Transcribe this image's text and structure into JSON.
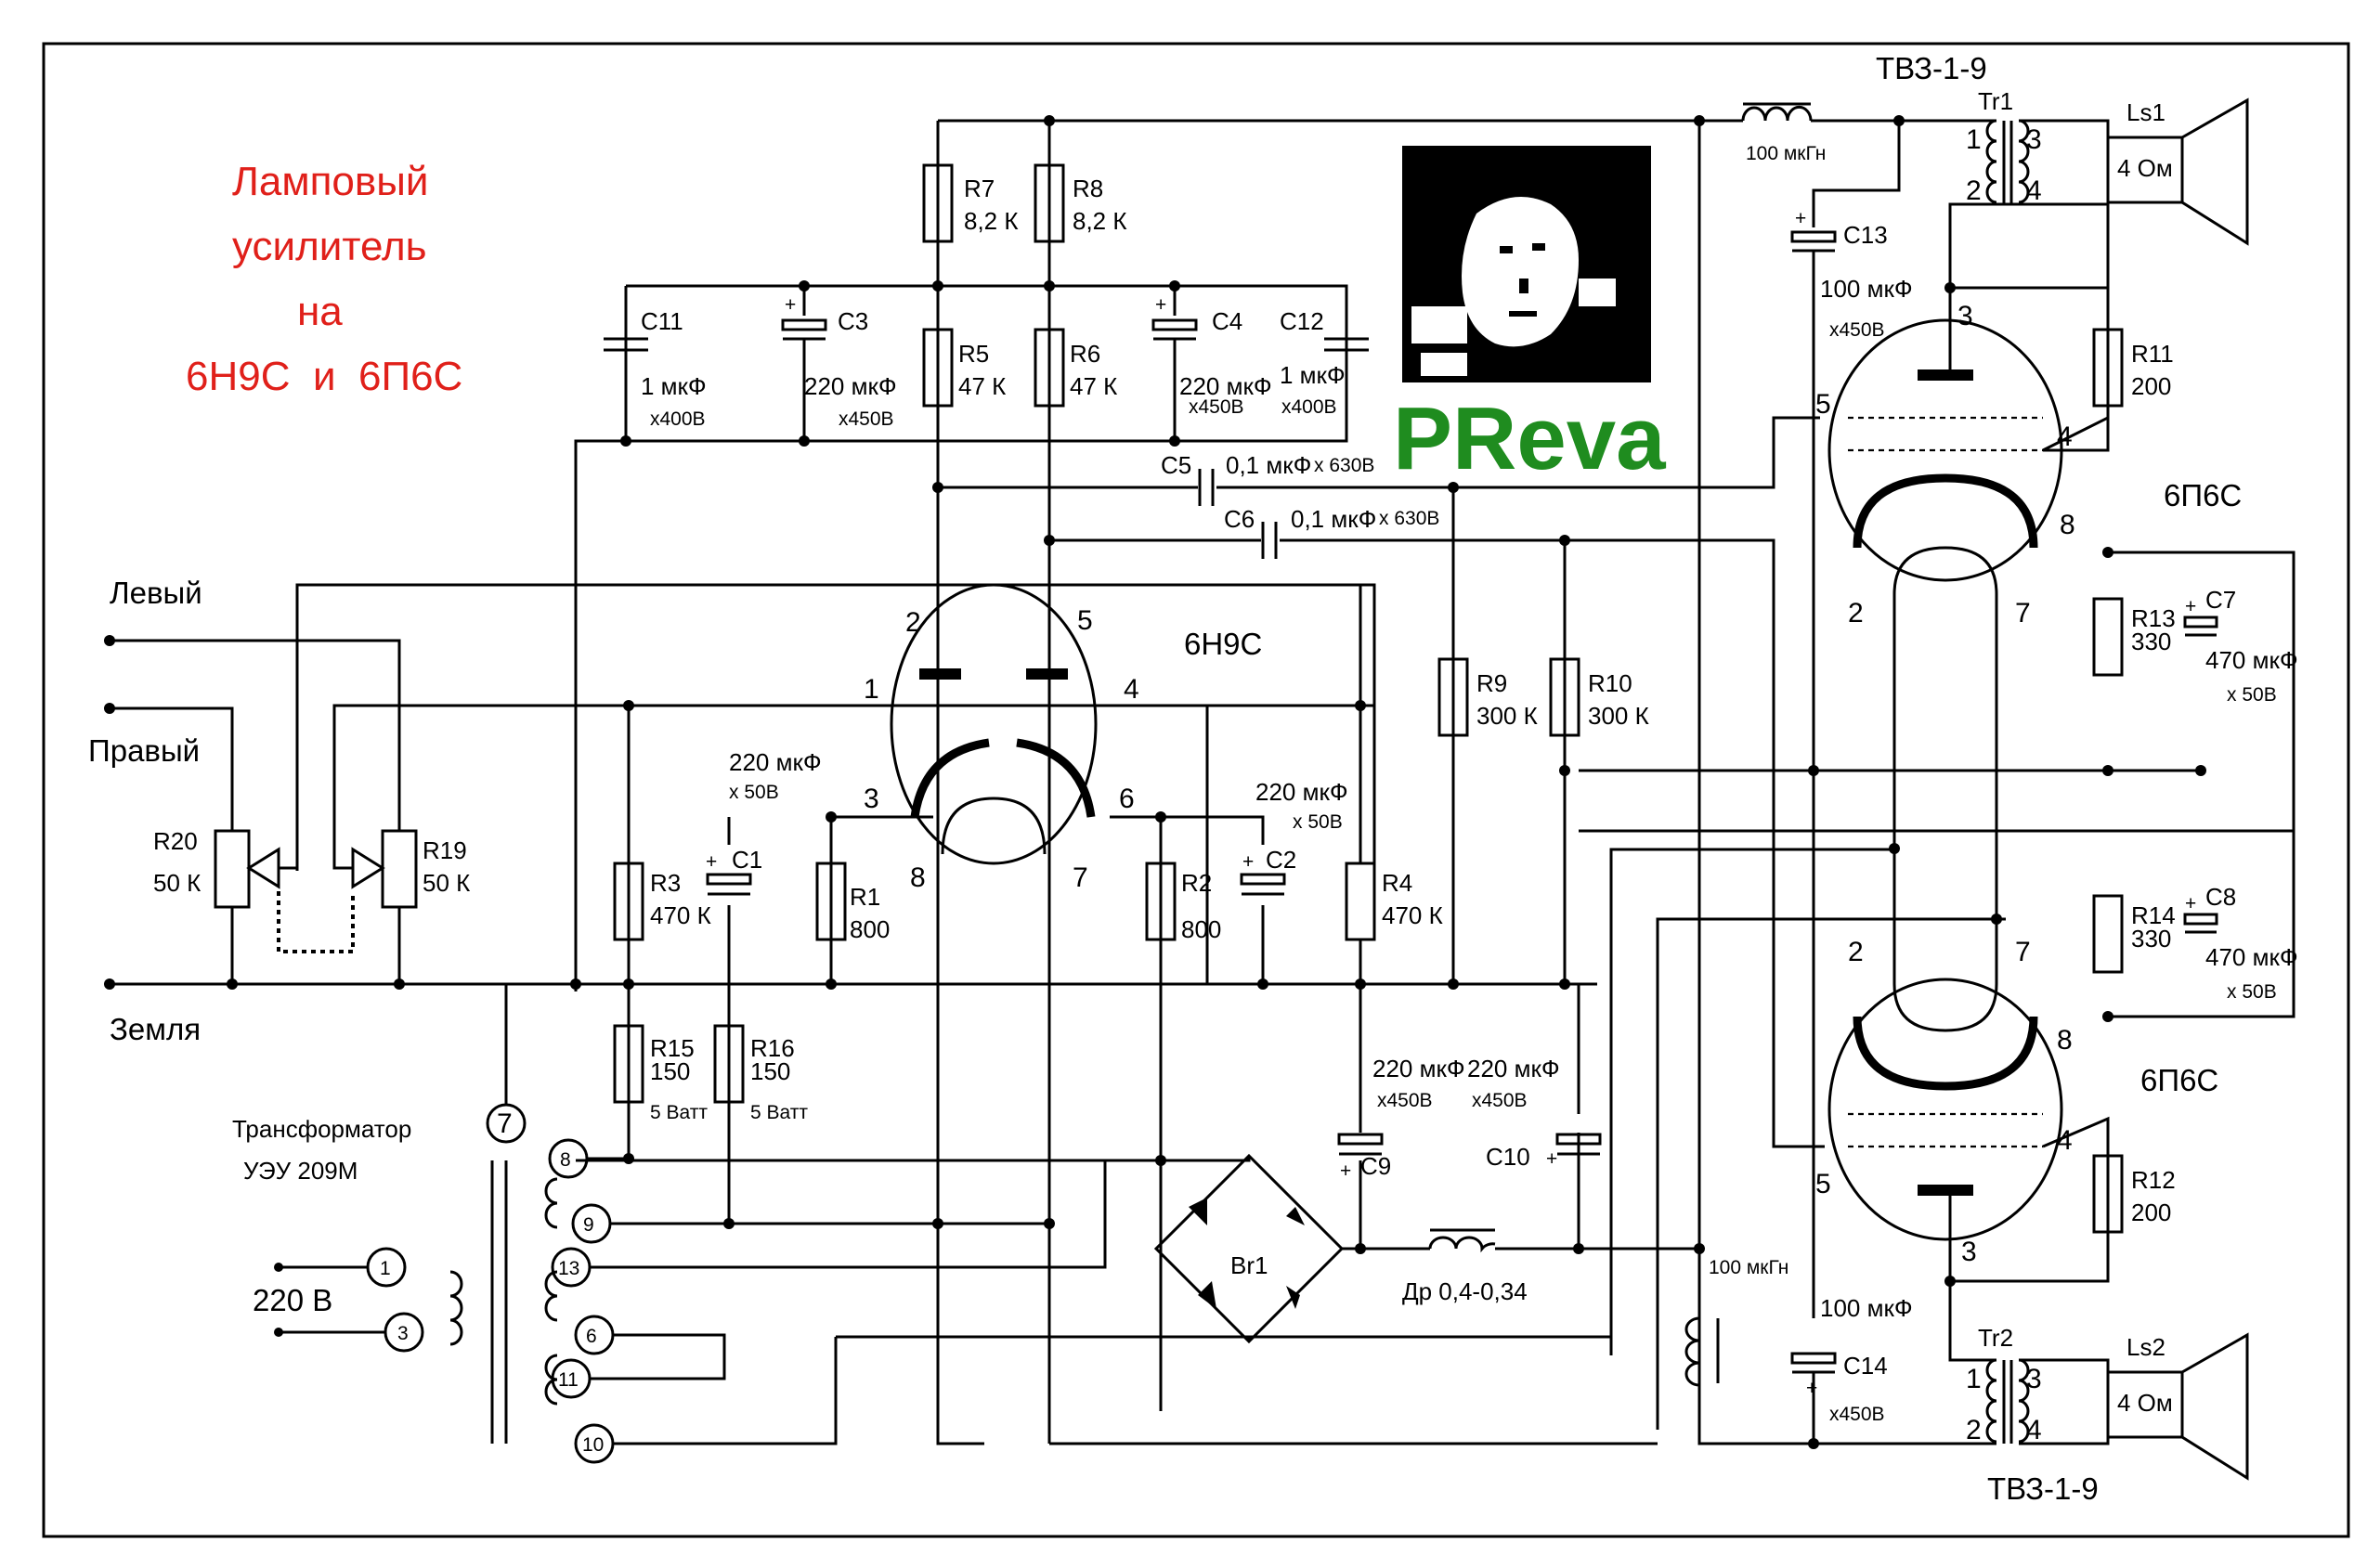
{
  "title": {
    "lines": [
      "Ламповый",
      "усилитель",
      "на",
      "6Н9С  и  6П6С"
    ]
  },
  "logo": {
    "text": "PReva",
    "color": "#1f8c1f"
  },
  "colors": {
    "title": "#e0201a",
    "logo": "#1f8c1f",
    "wire": "#000000",
    "background": "#ffffff"
  },
  "inputs": {
    "left": "Левый",
    "right": "Правый",
    "ground": "Земля"
  },
  "tubes": {
    "preamp": "6Н9С",
    "output_top": "6П6С",
    "output_bottom": "6П6С",
    "pins": {
      "pre": [
        "2",
        "5",
        "1",
        "4",
        "3",
        "6",
        "8",
        "7"
      ],
      "top": [
        "3",
        "5",
        "4",
        "8",
        "2",
        "7"
      ],
      "bottom": [
        "2",
        "7",
        "8",
        "4",
        "5",
        "3"
      ]
    }
  },
  "transformers": {
    "power_name": "Трансформатор",
    "power_model": "УЭУ 209М",
    "mains": "220 В",
    "pins": [
      "7",
      "8",
      "9",
      "13",
      "6",
      "11",
      "10",
      "1",
      "3"
    ],
    "out_top_model": "ТВЗ-1-9",
    "out_bottom_model": "ТВЗ-1-9",
    "out_top_ref": "Tr1",
    "out_bottom_ref": "Tr2",
    "winding_pins": [
      "1",
      "2",
      "3",
      "4"
    ]
  },
  "speakers": {
    "top": {
      "ref": "Ls1",
      "value": "4 Ом"
    },
    "bottom": {
      "ref": "Ls2",
      "value": "4 Ом"
    }
  },
  "resistors": [
    {
      "ref": "R7",
      "value": "8,2 К"
    },
    {
      "ref": "R8",
      "value": "8,2 К"
    },
    {
      "ref": "R5",
      "value": "47 К"
    },
    {
      "ref": "R6",
      "value": "47 К"
    },
    {
      "ref": "R9",
      "value": "300 К"
    },
    {
      "ref": "R10",
      "value": "300 К"
    },
    {
      "ref": "R3",
      "value": "470 К"
    },
    {
      "ref": "R1",
      "value": "800"
    },
    {
      "ref": "R2",
      "value": "800"
    },
    {
      "ref": "R4",
      "value": "470 К"
    },
    {
      "ref": "R15",
      "value": "150",
      "note": "5 Ватт"
    },
    {
      "ref": "R16",
      "value": "150",
      "note": "5 Ватт"
    },
    {
      "ref": "R11",
      "value": "200"
    },
    {
      "ref": "R12",
      "value": "200"
    },
    {
      "ref": "R13",
      "value": "330"
    },
    {
      "ref": "R14",
      "value": "330"
    },
    {
      "ref": "R20",
      "value": "50 К"
    },
    {
      "ref": "R19",
      "value": "50 К"
    }
  ],
  "capacitors": [
    {
      "ref": "C11",
      "value": "1 мкФ",
      "voltage": "x400В"
    },
    {
      "ref": "C3",
      "value": "220 мкФ",
      "voltage": "x450В"
    },
    {
      "ref": "C4",
      "value": "220 мкФ",
      "voltage": "x450В"
    },
    {
      "ref": "C12",
      "value": "1 мкФ",
      "voltage": "x400В"
    },
    {
      "ref": "C5",
      "value": "0,1 мкФ",
      "voltage": "x 630В"
    },
    {
      "ref": "C6",
      "value": "0,1 мкФ",
      "voltage": "x 630В"
    },
    {
      "ref": "C1",
      "value": "220 мкФ",
      "voltage": "x 50В"
    },
    {
      "ref": "C2",
      "value": "220 мкФ",
      "voltage": "x 50В"
    },
    {
      "ref": "C9",
      "value": "220 мкФ",
      "voltage": "x450В"
    },
    {
      "ref": "C10",
      "value": "220 мкФ",
      "voltage": "x450В"
    },
    {
      "ref": "C13",
      "value": "100 мкФ",
      "voltage": "x450В"
    },
    {
      "ref": "C14",
      "value": "100 мкФ",
      "voltage": "x450В"
    },
    {
      "ref": "C7",
      "value": "470 мкФ",
      "voltage": "x 50В"
    },
    {
      "ref": "C8",
      "value": "470 мкФ",
      "voltage": "x 50В"
    }
  ],
  "inductors": {
    "top": "100 мкГн",
    "bottom": "100 мкГн",
    "choke": "Др 0,4-0,34"
  },
  "bridge": "Br1",
  "plus": "+"
}
